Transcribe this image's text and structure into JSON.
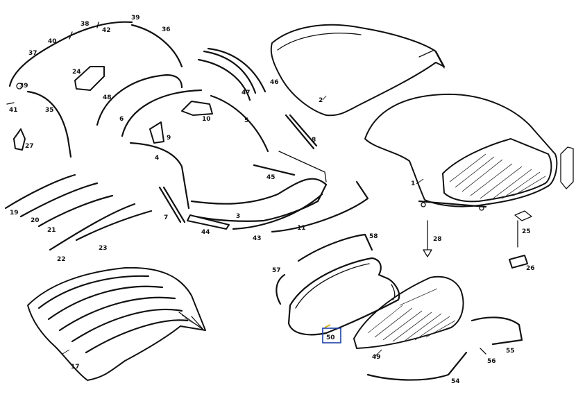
{
  "labels": {
    "l1": "1",
    "l2": "2",
    "l3": "3",
    "l4": "4",
    "l5": "5",
    "l6": "6",
    "l7": "7",
    "l8": "8",
    "l9": "9",
    "l10": "10",
    "l11": "11",
    "l17": "17",
    "l19": "19",
    "l20": "20",
    "l21": "21",
    "l22": "22",
    "l23": "23",
    "l24": "24",
    "l25": "25",
    "l26": "26",
    "l27": "27",
    "l28": "28",
    "l35": "35",
    "l36": "36",
    "l37": "37",
    "l38": "38",
    "l39a": "39",
    "l39b": "39",
    "l40": "40",
    "l41": "41",
    "l42": "42",
    "l43": "43",
    "l44": "44",
    "l45": "45",
    "l46": "46",
    "l47": "47",
    "l48": "48",
    "l49": "49",
    "l50": "50",
    "l54": "54",
    "l55": "55",
    "l56": "56",
    "l57": "57",
    "l58": "58"
  },
  "highlight": {
    "label": "50",
    "color": "#1a3fa6"
  }
}
